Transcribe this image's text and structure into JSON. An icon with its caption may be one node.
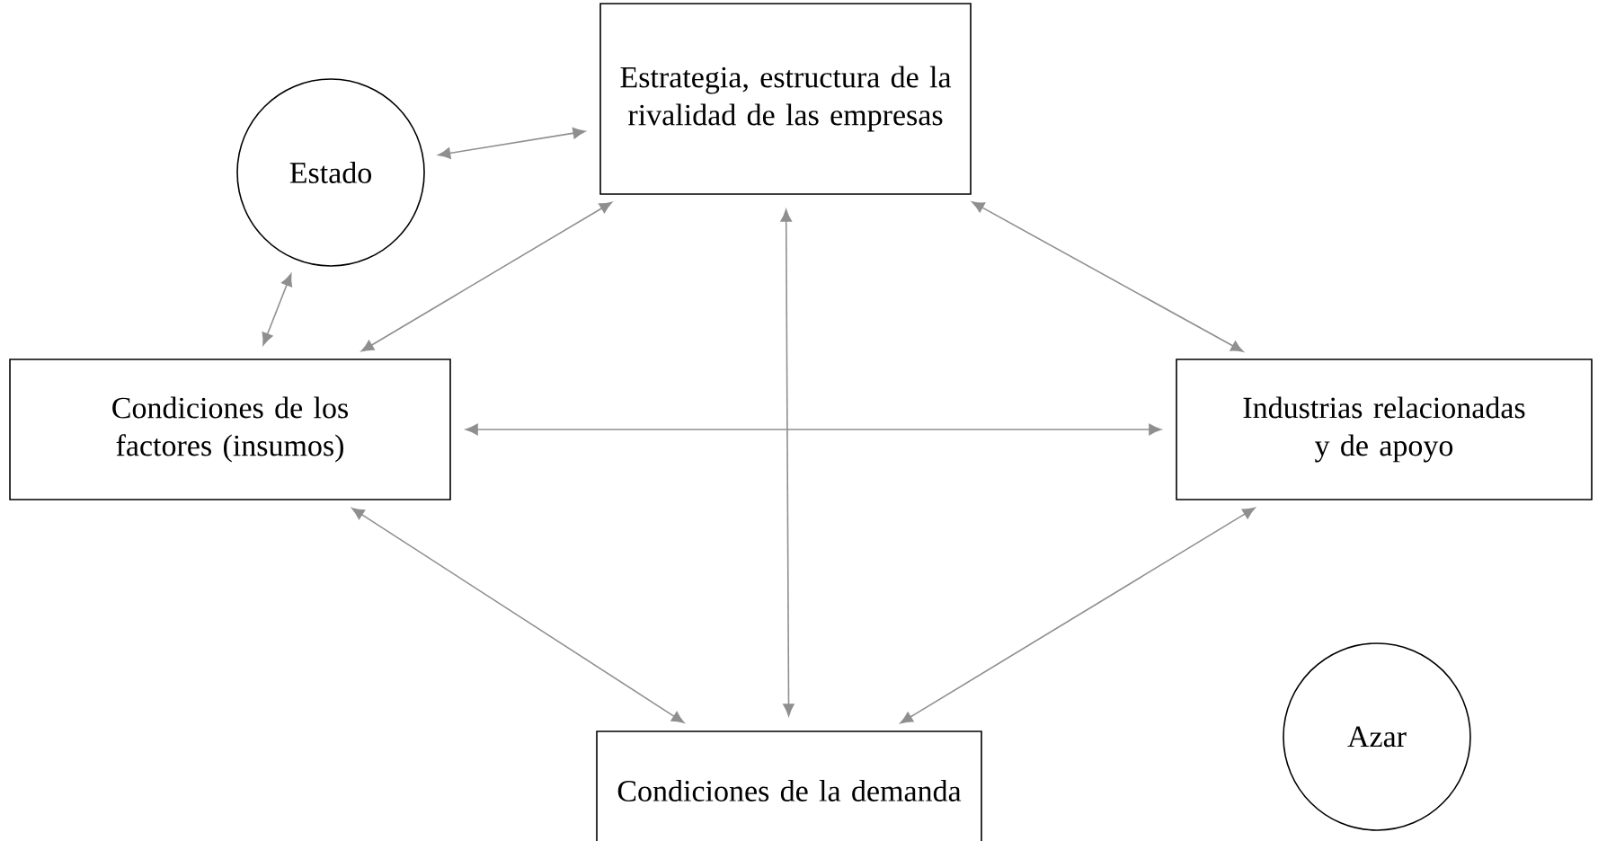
{
  "diagram": {
    "nodes": [
      {
        "text": [
          "Estado"
        ]
      },
      {
        "text": [
          "Estrategia, estructura de la rivalidad de las empresas"
        ]
      },
      {
        "text": [
          "Condiciones de los factores (insumos)"
        ]
      },
      {
        "text": [
          "Industrias relacionadas y de apoyo"
        ]
      },
      {
        "text": [
          "Condiciones de la demanda"
        ]
      },
      {
        "text": [
          "Azar"
        ]
      }
    ],
    "edges": [
      {
        "from": 0,
        "to": 1,
        "arrow": "both"
      },
      {
        "from": 0,
        "to": 2,
        "arrow": "both"
      },
      {
        "from": 2,
        "to": 1,
        "arrow": "both"
      },
      {
        "from": 1,
        "to": 3,
        "arrow": "both"
      },
      {
        "from": 1,
        "to": 4,
        "arrow": "both"
      },
      {
        "from": 2,
        "to": 3,
        "arrow": "both"
      },
      {
        "from": 2,
        "to": 4,
        "arrow": "both"
      },
      {
        "from": 3,
        "to": 4,
        "arrow": "both"
      }
    ]
  }
}
